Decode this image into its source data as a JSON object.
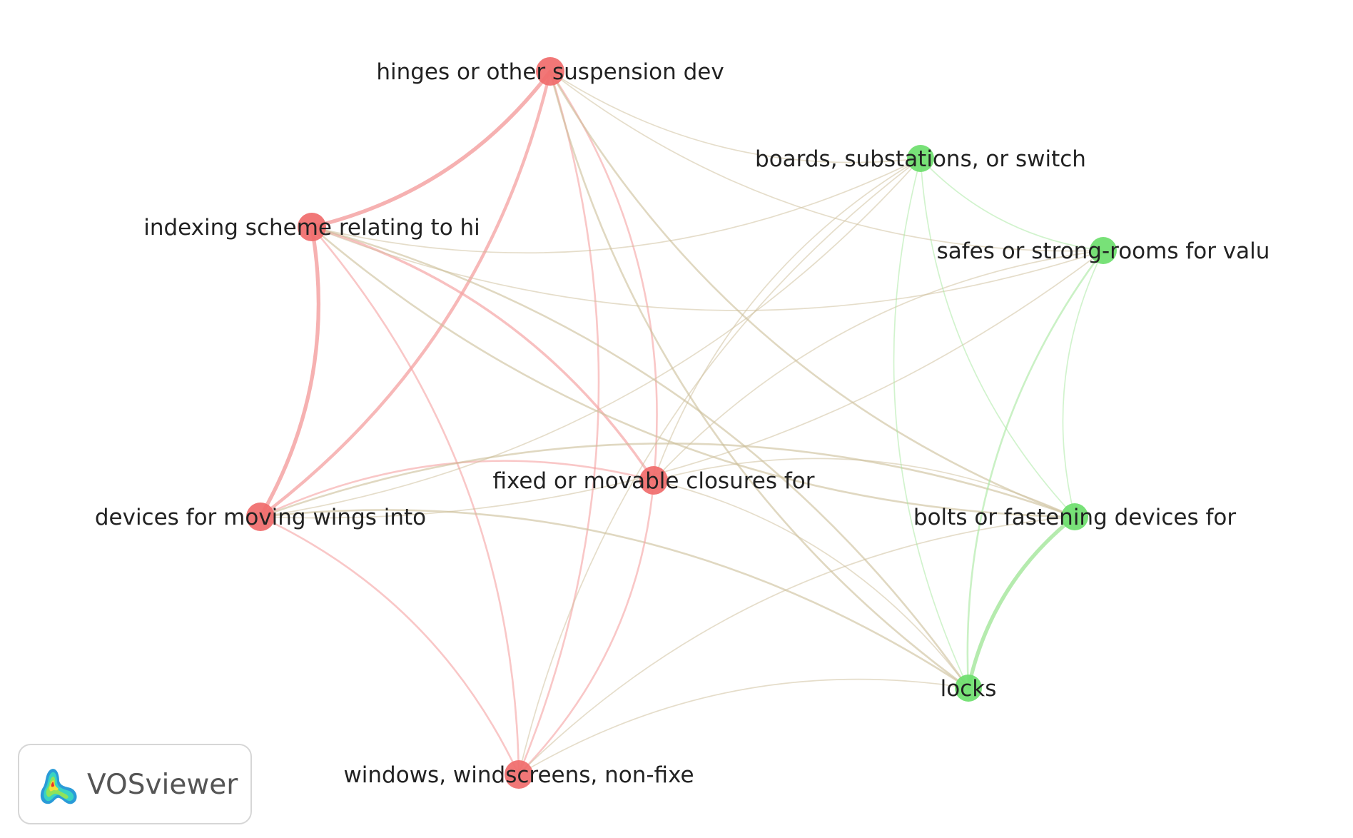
{
  "colors": {
    "cluster_1": "#f06b6b",
    "cluster_2": "#6dde6d",
    "link_cluster_1": "#f5a3a3",
    "link_cluster_2": "#a8e8a0",
    "link_mixed": "#cdbf9a",
    "label": "#222222"
  },
  "nodes": [
    {
      "id": "hinges",
      "label": "hinges or other suspension dev",
      "cluster": 1
    },
    {
      "id": "indexing",
      "label": "indexing scheme relating to hi",
      "cluster": 1
    },
    {
      "id": "devices",
      "label": "devices for moving wings into",
      "cluster": 1
    },
    {
      "id": "fixed",
      "label": "fixed or movable closures for",
      "cluster": 1
    },
    {
      "id": "windows",
      "label": "windows, windscreens, non-fixe",
      "cluster": 1
    },
    {
      "id": "boards",
      "label": "boards, substations, or switch",
      "cluster": 2
    },
    {
      "id": "safes",
      "label": "safes or strong-rooms for valu",
      "cluster": 2
    },
    {
      "id": "bolts",
      "label": "bolts or fastening devices for",
      "cluster": 2
    },
    {
      "id": "locks",
      "label": "locks",
      "cluster": 2
    }
  ],
  "links": [
    {
      "source": "hinges",
      "target": "indexing",
      "weight": 5
    },
    {
      "source": "hinges",
      "target": "devices",
      "weight": 4
    },
    {
      "source": "hinges",
      "target": "fixed",
      "weight": 2
    },
    {
      "source": "hinges",
      "target": "windows",
      "weight": 2
    },
    {
      "source": "hinges",
      "target": "boards",
      "weight": 1
    },
    {
      "source": "hinges",
      "target": "safes",
      "weight": 1
    },
    {
      "source": "hinges",
      "target": "bolts",
      "weight": 2
    },
    {
      "source": "hinges",
      "target": "locks",
      "weight": 2
    },
    {
      "source": "indexing",
      "target": "devices",
      "weight": 5
    },
    {
      "source": "indexing",
      "target": "fixed",
      "weight": 3
    },
    {
      "source": "indexing",
      "target": "windows",
      "weight": 2
    },
    {
      "source": "indexing",
      "target": "boards",
      "weight": 1
    },
    {
      "source": "indexing",
      "target": "safes",
      "weight": 1
    },
    {
      "source": "indexing",
      "target": "bolts",
      "weight": 2
    },
    {
      "source": "indexing",
      "target": "locks",
      "weight": 2
    },
    {
      "source": "devices",
      "target": "fixed",
      "weight": 2
    },
    {
      "source": "devices",
      "target": "windows",
      "weight": 2
    },
    {
      "source": "devices",
      "target": "boards",
      "weight": 1
    },
    {
      "source": "devices",
      "target": "safes",
      "weight": 1
    },
    {
      "source": "devices",
      "target": "bolts",
      "weight": 2
    },
    {
      "source": "devices",
      "target": "locks",
      "weight": 2
    },
    {
      "source": "fixed",
      "target": "windows",
      "weight": 2
    },
    {
      "source": "fixed",
      "target": "boards",
      "weight": 1
    },
    {
      "source": "fixed",
      "target": "safes",
      "weight": 1
    },
    {
      "source": "fixed",
      "target": "bolts",
      "weight": 1
    },
    {
      "source": "fixed",
      "target": "locks",
      "weight": 1
    },
    {
      "source": "windows",
      "target": "boards",
      "weight": 1
    },
    {
      "source": "windows",
      "target": "bolts",
      "weight": 1
    },
    {
      "source": "windows",
      "target": "locks",
      "weight": 1
    },
    {
      "source": "boards",
      "target": "safes",
      "weight": 1
    },
    {
      "source": "boards",
      "target": "bolts",
      "weight": 1
    },
    {
      "source": "boards",
      "target": "locks",
      "weight": 1
    },
    {
      "source": "safes",
      "target": "bolts",
      "weight": 1
    },
    {
      "source": "safes",
      "target": "locks",
      "weight": 2
    },
    {
      "source": "bolts",
      "target": "locks",
      "weight": 5
    }
  ],
  "logo": {
    "text": "VOSviewer"
  }
}
